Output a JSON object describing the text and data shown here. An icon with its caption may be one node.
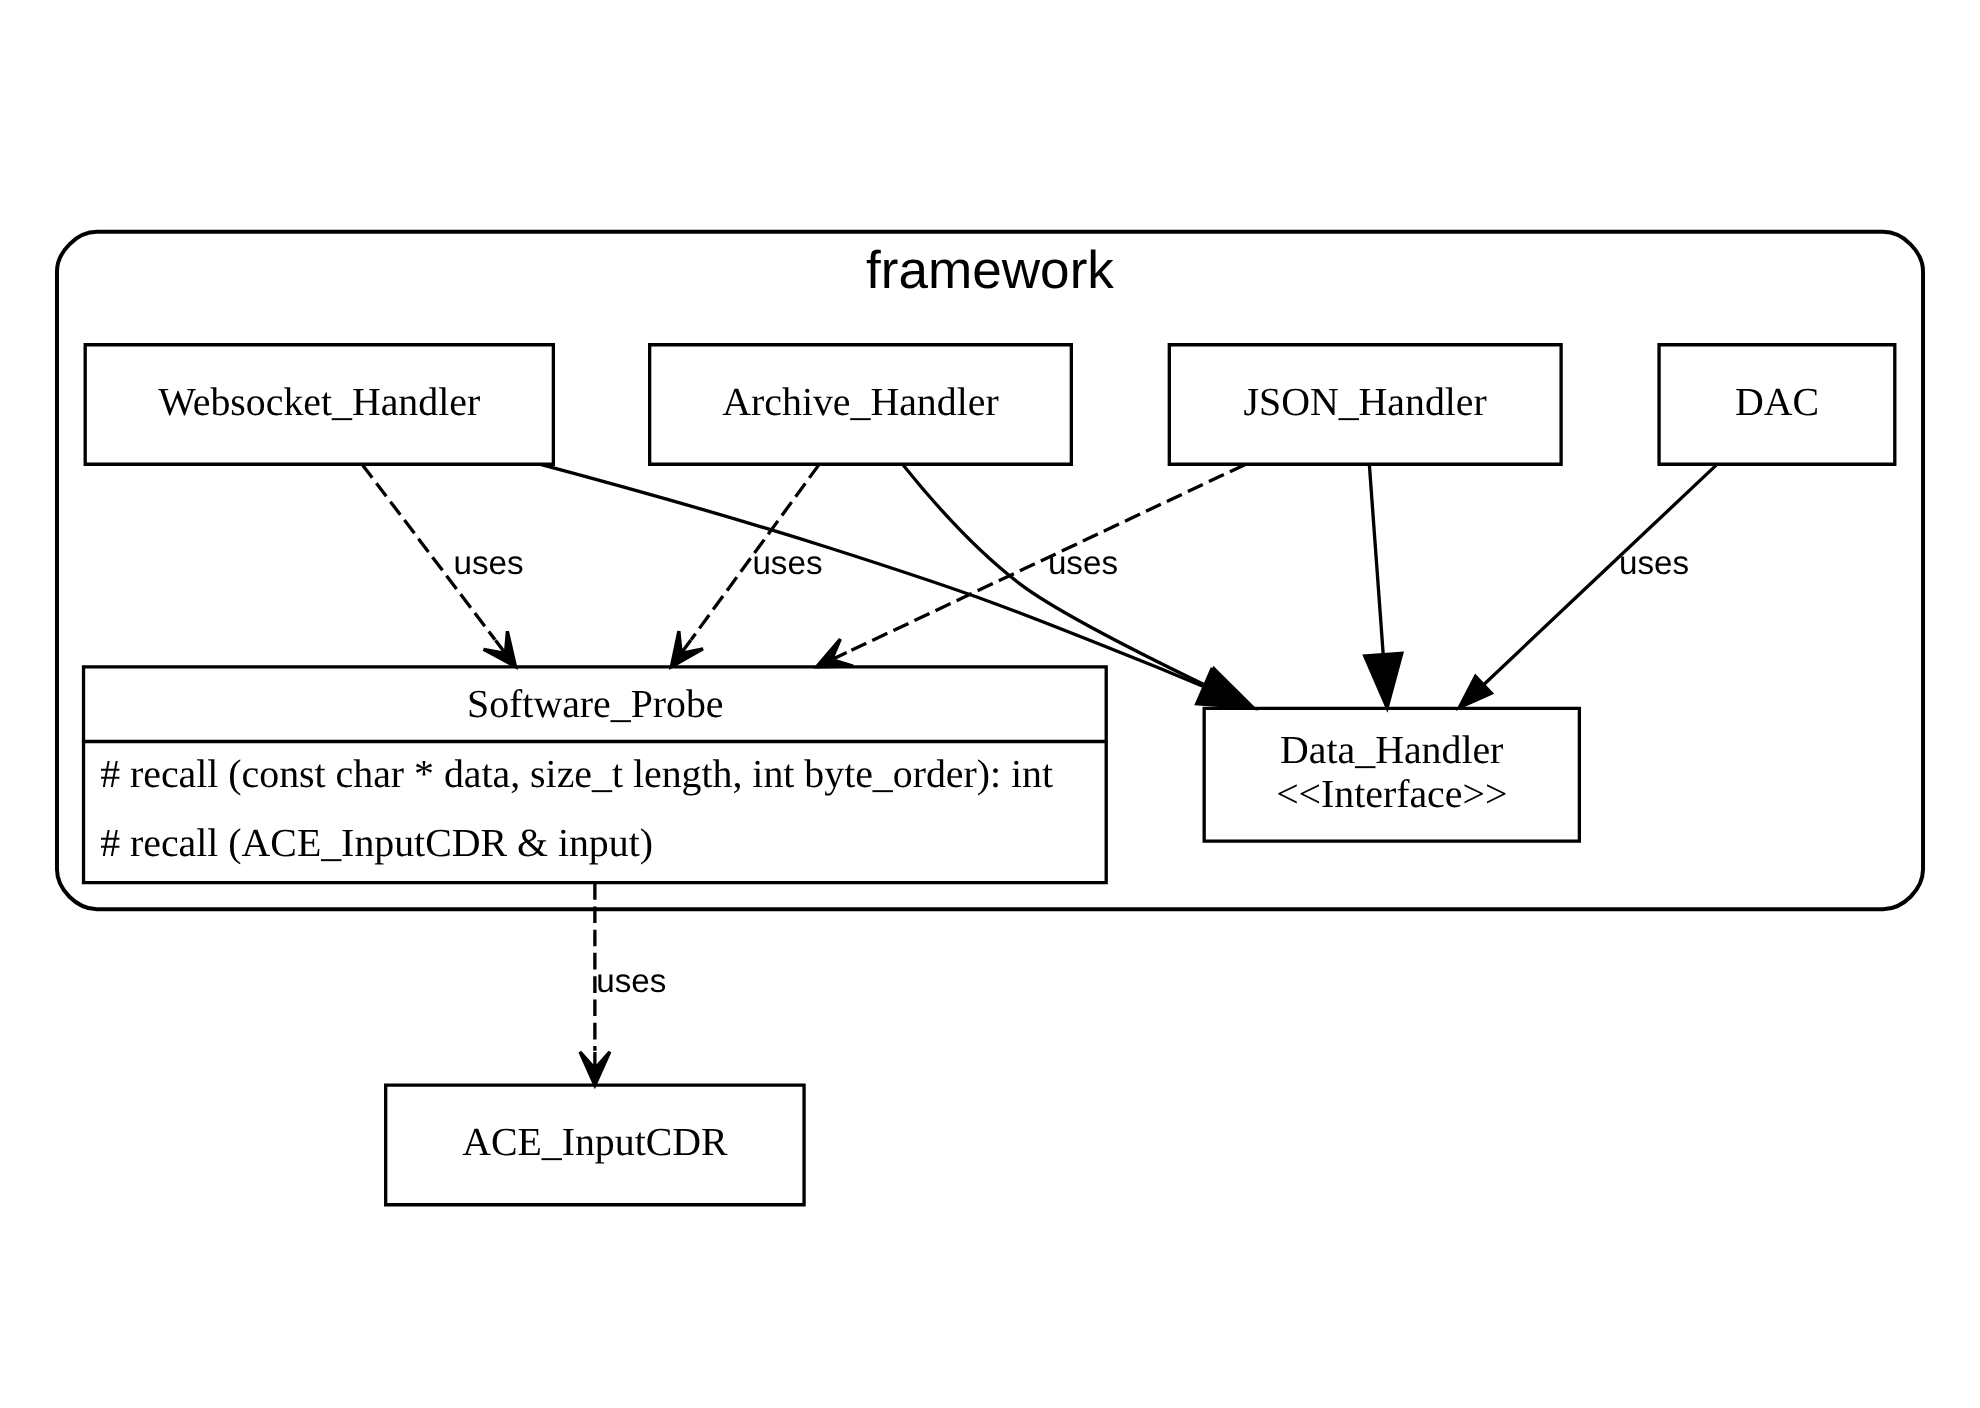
{
  "diagram": {
    "nodes": [
      {
        "text": [
          "framework"
        ]
      },
      {
        "text": [
          "DAC"
        ],
        "in": 0
      },
      {
        "text": [
          "Data_Handler",
          "<<Interface>>"
        ],
        "in": 0
      },
      {
        "text": [
          "JSON_Handler"
        ],
        "in": 0
      },
      {
        "text": [
          "Archive_Handler"
        ],
        "in": 0
      },
      {
        "text": [
          "Websocket_Handler"
        ],
        "in": 0
      },
      {
        "text": [
          "Software_Probe",
          "# recall (const char * data, size_t length, int byte_order): int",
          "# recall (ACE_InputCDR & input)"
        ],
        "in": 0
      },
      {
        "text": [
          "ACE_InputCDR"
        ]
      }
    ],
    "edges": [
      {
        "from": 1,
        "to": 2,
        "arrow": "to",
        "label": "uses"
      },
      {
        "from": 3,
        "to": 2,
        "arrow": "to"
      },
      {
        "from": 4,
        "to": 2,
        "arrow": "to"
      },
      {
        "from": 5,
        "to": 2,
        "arrow": "to"
      },
      {
        "from": 3,
        "to": 6,
        "arrow": "to",
        "label": "uses",
        "style": "dashed"
      },
      {
        "from": 4,
        "to": 6,
        "arrow": "to",
        "label": "uses",
        "style": "dashed"
      },
      {
        "from": 5,
        "to": 6,
        "arrow": "to",
        "label": "uses",
        "style": "dashed"
      },
      {
        "from": 6,
        "to": 7,
        "arrow": "to",
        "label": "uses",
        "style": "dashed"
      }
    ]
  }
}
